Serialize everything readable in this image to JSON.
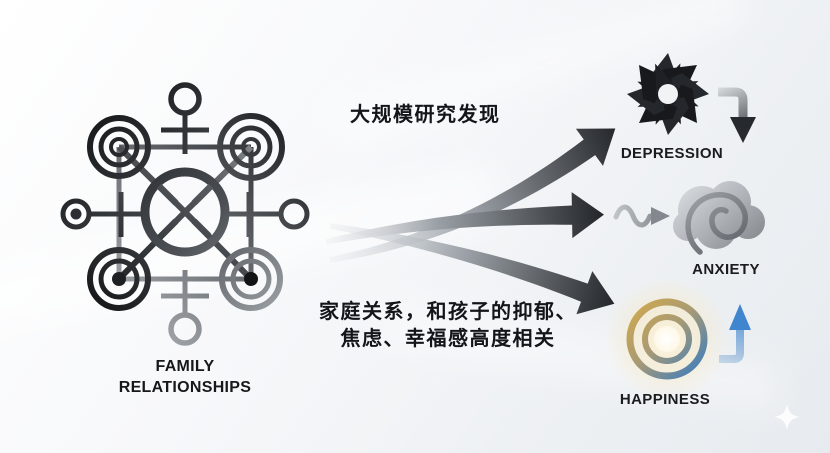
{
  "source": {
    "icon": "family-network-icon",
    "label_line1": "FAMILY",
    "label_line2": "RELATIONSHIPS"
  },
  "annotations": {
    "research_finding": "大规模研究发现",
    "correlation_line1": "家庭关系，和孩子的抑郁、",
    "correlation_line2": "焦虑、幸福感高度相关"
  },
  "outcomes": [
    {
      "id": "depression",
      "label": "DEPRESSION",
      "icon": "scribble-star-icon",
      "trend_icon": "bent-arrow-down-icon",
      "trend_color": "#2b2e33"
    },
    {
      "id": "anxiety",
      "label": "ANXIETY",
      "icon": "spiral-cloud-icon",
      "trend_icon": "squiggle-arrow-icon",
      "trend_color": "#8f949a"
    },
    {
      "id": "happiness",
      "label": "HAPPINESS",
      "icon": "glowing-rings-icon",
      "trend_icon": "bent-arrow-up-icon",
      "trend_color": "#4a8bd0"
    }
  ],
  "colors": {
    "background_top": "#ffffff",
    "background_bottom": "#e7ebef",
    "arrow_dark": "#24272b",
    "arrow_light": "#eceef1",
    "happiness_gold": "#c9a24a",
    "happiness_blue": "#3a7cc0",
    "text": "#1b1c1e"
  },
  "decor": {
    "sparkle_icon": "sparkle-icon"
  }
}
